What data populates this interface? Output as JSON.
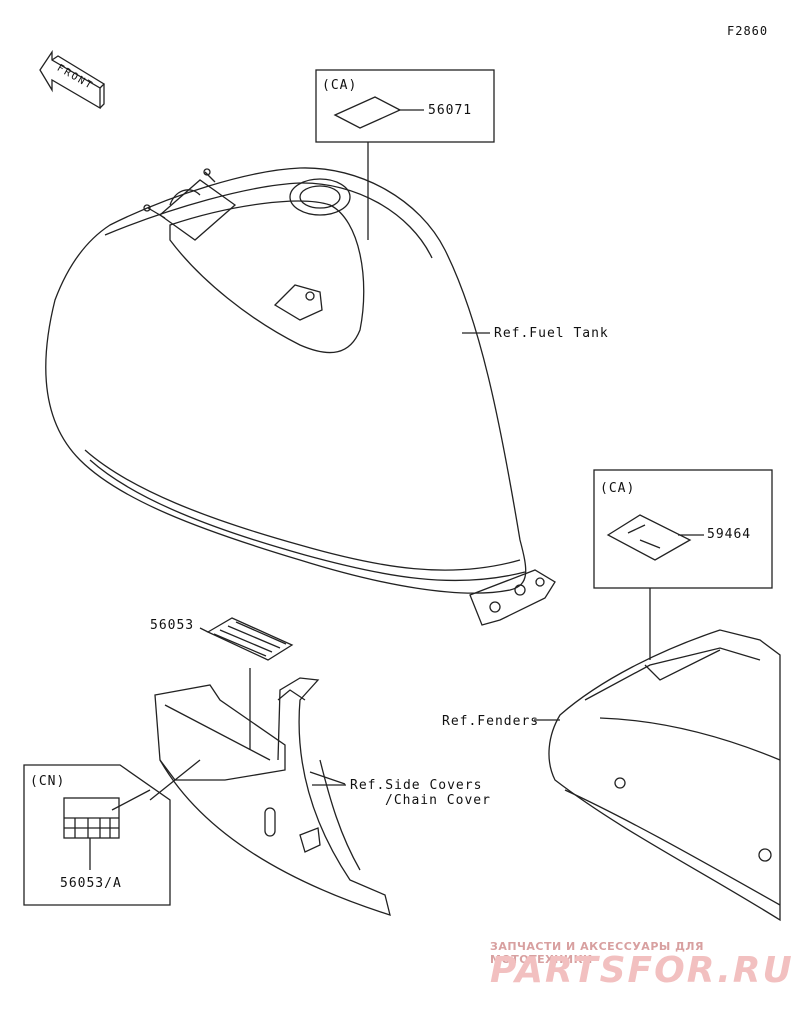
{
  "diagram_id": "F2860",
  "front_label": "FRONT",
  "callouts": {
    "ca_56071": {
      "region": "(CA)",
      "part": "56071"
    },
    "ca_59464": {
      "region": "(CA)",
      "part": "59464"
    },
    "cn_56053a": {
      "region": "(CN)",
      "part": "56053/A"
    },
    "part_56053": "56053"
  },
  "refs": {
    "fuel_tank": "Ref.Fuel Tank",
    "fenders": "Ref.Fenders",
    "side_covers_line1": "Ref.Side Covers",
    "side_covers_line2": "/Chain Cover"
  },
  "watermark": {
    "tagline": "ЗАПЧАСТИ И АКСЕССУАРЫ ДЛЯ МОТОТЕХНИКИ",
    "logo": "PARTSFOR.RU",
    "color": "#f2c0c0"
  }
}
